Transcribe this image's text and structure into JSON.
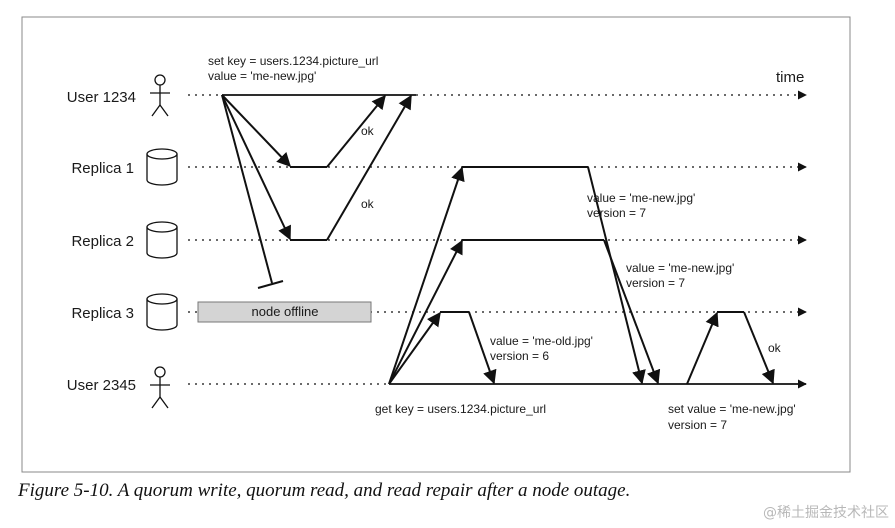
{
  "participants": {
    "user1234": "User 1234",
    "replica1": "Replica 1",
    "replica2": "Replica 2",
    "replica3": "Replica 3",
    "user2345": "User 2345"
  },
  "time_label": "time",
  "offline_label": "node offline",
  "annotations": {
    "write_request_line1": "set key = users.1234.picture_url",
    "write_request_line2": "value = 'me-new.jpg'",
    "ok1": "ok",
    "ok2": "ok",
    "ok3": "ok",
    "read_r1_value": "value = 'me-new.jpg'",
    "read_r1_version": "version = 7",
    "read_r2_value": "value = 'me-new.jpg'",
    "read_r2_version": "version = 7",
    "read_r3_value": "value = 'me-old.jpg'",
    "read_r3_version": "version = 6",
    "read_request": "get key = users.1234.picture_url",
    "repair_value": "set value = 'me-new.jpg'",
    "repair_version": "version = 7"
  },
  "caption": "Figure 5-10. A quorum write, quorum read, and read repair after a node outage.",
  "watermark": "@稀土掘金技术社区"
}
